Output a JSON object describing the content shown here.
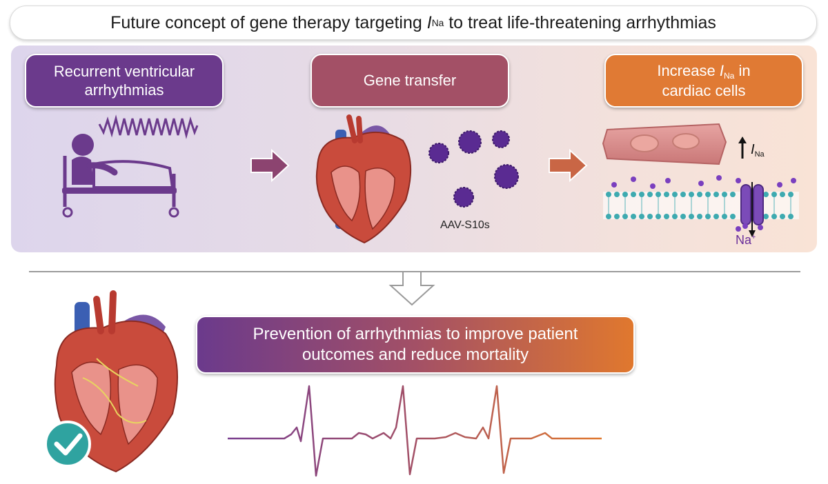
{
  "title": {
    "prefix": "Future concept of gene therapy targeting ",
    "current_symbol": "I",
    "current_sub": "Na",
    "suffix": " to treat life-threatening arrhythmias"
  },
  "steps": [
    {
      "line1": "Recurrent ventricular",
      "line2": "arrhythmias"
    },
    {
      "line1": "Gene transfer"
    },
    {
      "line1_prefix": "Increase ",
      "symbol": "I",
      "sub": "Na",
      "line1_suffix": " in",
      "line2": "cardiac cells"
    }
  ],
  "vector_label": "AAV-S10s",
  "current_label": {
    "symbol": "I",
    "sub": "Na"
  },
  "ion_label": {
    "text": "Na",
    "charge": "+"
  },
  "outcome": {
    "line1": "Prevention of arrhythmias to improve patient",
    "line2": "outcomes and reduce mortality"
  },
  "colors": {
    "purple": "#6b3a8c",
    "mauve": "#a35066",
    "orange": "#e07a34",
    "teal": "#2fa3a0"
  },
  "icons": [
    "patient-bed-icon",
    "heart-icon",
    "virus-particle-icon",
    "cardiomyocyte-icon",
    "sodium-channel-icon",
    "checkmark-icon",
    "ecg-trace-icon"
  ]
}
